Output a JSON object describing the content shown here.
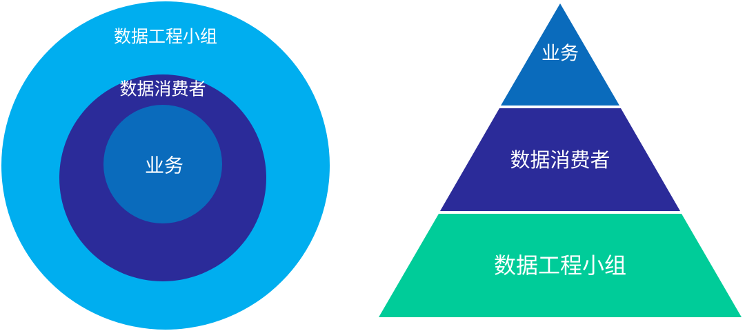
{
  "circles": {
    "outer": {
      "label": "数据工程小组",
      "color": "#00AEEF"
    },
    "middle": {
      "label": "数据消费者",
      "color": "#2B2B99"
    },
    "inner": {
      "label": "业务",
      "color": "#0A6BBC"
    }
  },
  "pyramid": {
    "top": {
      "label": "业务",
      "color": "#0A6BBC"
    },
    "middle": {
      "label": "数据消费者",
      "color": "#2B2B99"
    },
    "bottom": {
      "label": "数据工程小组",
      "color": "#00CC99"
    }
  }
}
